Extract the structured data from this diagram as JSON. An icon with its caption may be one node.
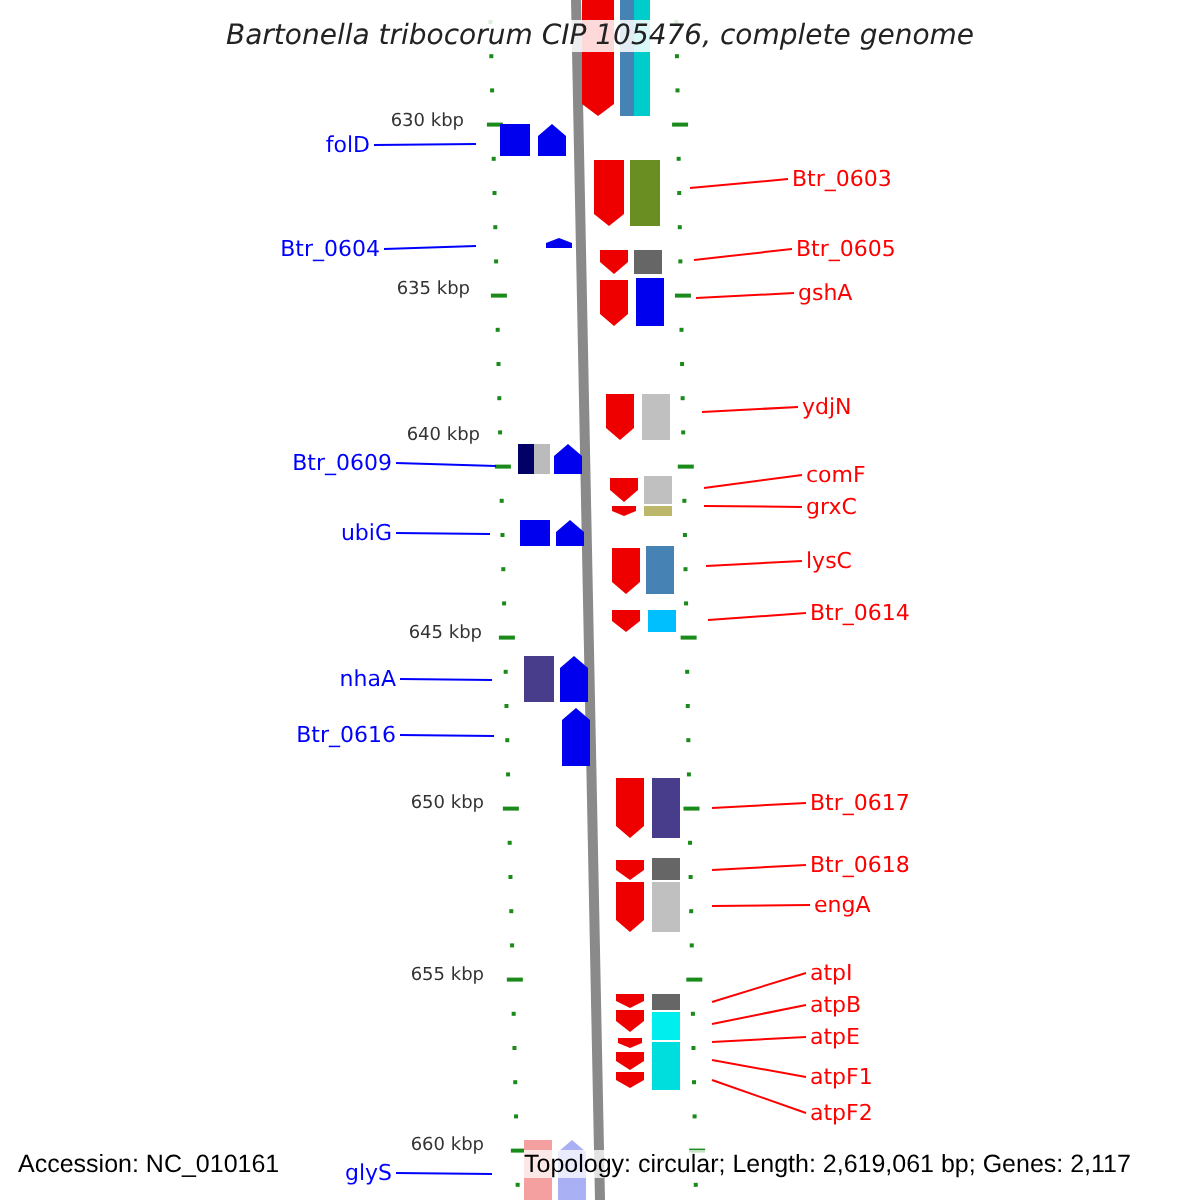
{
  "diagram": {
    "title": "Bartonella tribocorum CIP 105476, complete genome",
    "nodes": [
      {
        "text": [
          "folD"
        ]
      },
      {
        "text": [
          "Btr_0603"
        ]
      },
      {
        "text": [
          "Btr_0604"
        ]
      },
      {
        "text": [
          "Btr_0605"
        ]
      },
      {
        "text": [
          "gshA"
        ]
      },
      {
        "text": [
          "ydjN"
        ]
      },
      {
        "text": [
          "Btr_0609"
        ]
      },
      {
        "text": [
          "comF"
        ]
      },
      {
        "text": [
          "grxC"
        ]
      },
      {
        "text": [
          "ubiG"
        ]
      },
      {
        "text": [
          "lysC"
        ]
      },
      {
        "text": [
          "Btr_0614"
        ]
      },
      {
        "text": [
          "nhaA"
        ]
      },
      {
        "text": [
          "Btr_0616"
        ]
      },
      {
        "text": [
          "Btr_0617"
        ]
      },
      {
        "text": [
          "Btr_0618"
        ]
      },
      {
        "text": [
          "engA"
        ]
      },
      {
        "text": [
          "atpI"
        ]
      },
      {
        "text": [
          "atpB"
        ]
      },
      {
        "text": [
          "atpE"
        ]
      },
      {
        "text": [
          "atpF1"
        ]
      },
      {
        "text": [
          "atpF2"
        ]
      },
      {
        "text": [
          "glyS"
        ]
      }
    ],
    "edges": [
      {
        "from": 0,
        "to": null,
        "arrow": "none",
        "color": "#0000ff"
      },
      {
        "from": 1,
        "to": null,
        "arrow": "none"
      },
      {
        "from": 2,
        "to": null,
        "arrow": "none",
        "color": "#0000ff"
      },
      {
        "from": 3,
        "to": null,
        "arrow": "none"
      },
      {
        "from": 4,
        "to": null,
        "arrow": "none"
      },
      {
        "from": 5,
        "to": null,
        "arrow": "none"
      },
      {
        "from": 6,
        "to": null,
        "arrow": "none",
        "color": "#0000ff"
      },
      {
        "from": 7,
        "to": null,
        "arrow": "none"
      },
      {
        "from": 8,
        "to": null,
        "arrow": "none"
      },
      {
        "from": 9,
        "to": null,
        "arrow": "none",
        "color": "#0000ff"
      },
      {
        "from": 10,
        "to": null,
        "arrow": "none"
      },
      {
        "from": 11,
        "to": null,
        "arrow": "none"
      },
      {
        "from": 12,
        "to": null,
        "arrow": "none",
        "color": "#0000ff"
      },
      {
        "from": 13,
        "to": null,
        "arrow": "none",
        "color": "#0000ff"
      },
      {
        "from": 14,
        "to": null,
        "arrow": "none"
      },
      {
        "from": 15,
        "to": null,
        "arrow": "none"
      },
      {
        "from": 16,
        "to": null,
        "arrow": "none"
      },
      {
        "from": 17,
        "to": null,
        "arrow": "none"
      },
      {
        "from": 18,
        "to": null,
        "arrow": "none"
      },
      {
        "from": 19,
        "to": null,
        "arrow": "none"
      },
      {
        "from": 20,
        "to": null,
        "arrow": "none"
      },
      {
        "from": 21,
        "to": null,
        "arrow": "none"
      },
      {
        "from": 22,
        "to": null,
        "arrow": "none",
        "color": "#0000ff"
      }
    ],
    "labels": [
      "630 kbp",
      "635 kbp",
      "640 kbp",
      "645 kbp",
      "650 kbp",
      "655 kbp",
      "660 kbp",
      "Accession: NC_010161",
      "Topology: circular; Length: 2,619,061 bp; Genes: 2,117"
    ]
  }
}
